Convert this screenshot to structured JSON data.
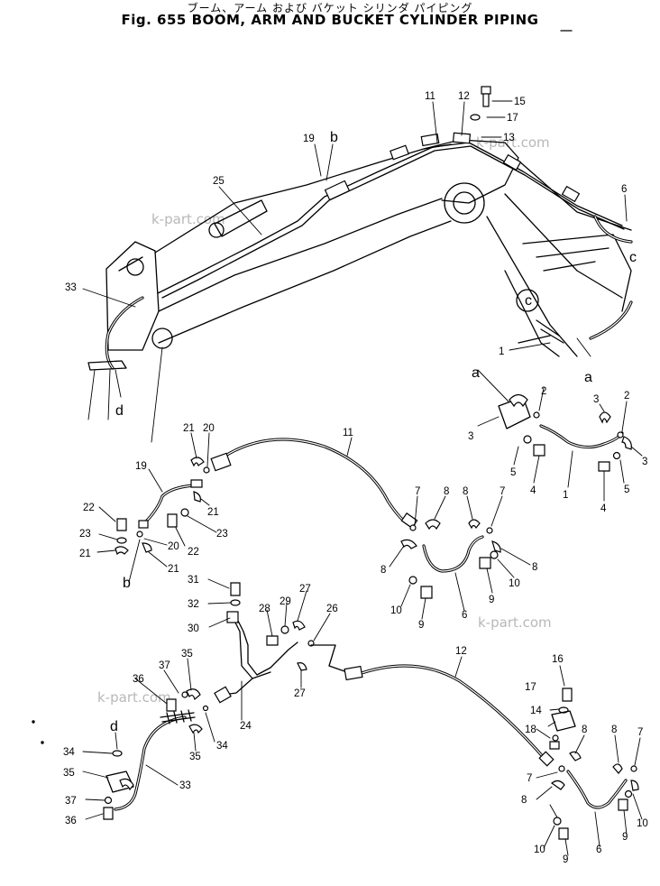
{
  "title": {
    "japanese": "ブーム、アーム および バケット シリンダ パイピング",
    "english": "Fig. 655  BOOM, ARM AND BUCKET CYLINDER PIPING"
  },
  "watermark": "k-part.com",
  "callouts": {
    "top": [
      "11",
      "12",
      "15",
      "17",
      "13",
      "19",
      "b",
      "25",
      "6",
      "c",
      "c",
      "33",
      "1",
      "a",
      "d"
    ],
    "group_a": [
      "a",
      "3",
      "2",
      "3",
      "2",
      "5",
      "4",
      "1",
      "3",
      "4",
      "5"
    ],
    "group_b": [
      "11",
      "21",
      "20",
      "19",
      "21",
      "22",
      "23",
      "23",
      "21",
      "20",
      "22",
      "21",
      "b"
    ],
    "group_hose6_left": [
      "7",
      "8",
      "8",
      "7",
      "8",
      "8",
      "10",
      "9",
      "6",
      "9",
      "10"
    ],
    "group_24": [
      "31",
      "32",
      "30",
      "28",
      "29",
      "27",
      "26",
      "27",
      "24",
      "34",
      "35",
      "37",
      "36",
      "35"
    ],
    "group_33": [
      "d",
      "34",
      "35",
      "37",
      "36",
      "33"
    ],
    "group_12": [
      "12",
      "16",
      "17",
      "14",
      "18",
      "8",
      "8",
      "7",
      "7",
      "8",
      "10",
      "9",
      "6",
      "9",
      "10"
    ]
  }
}
